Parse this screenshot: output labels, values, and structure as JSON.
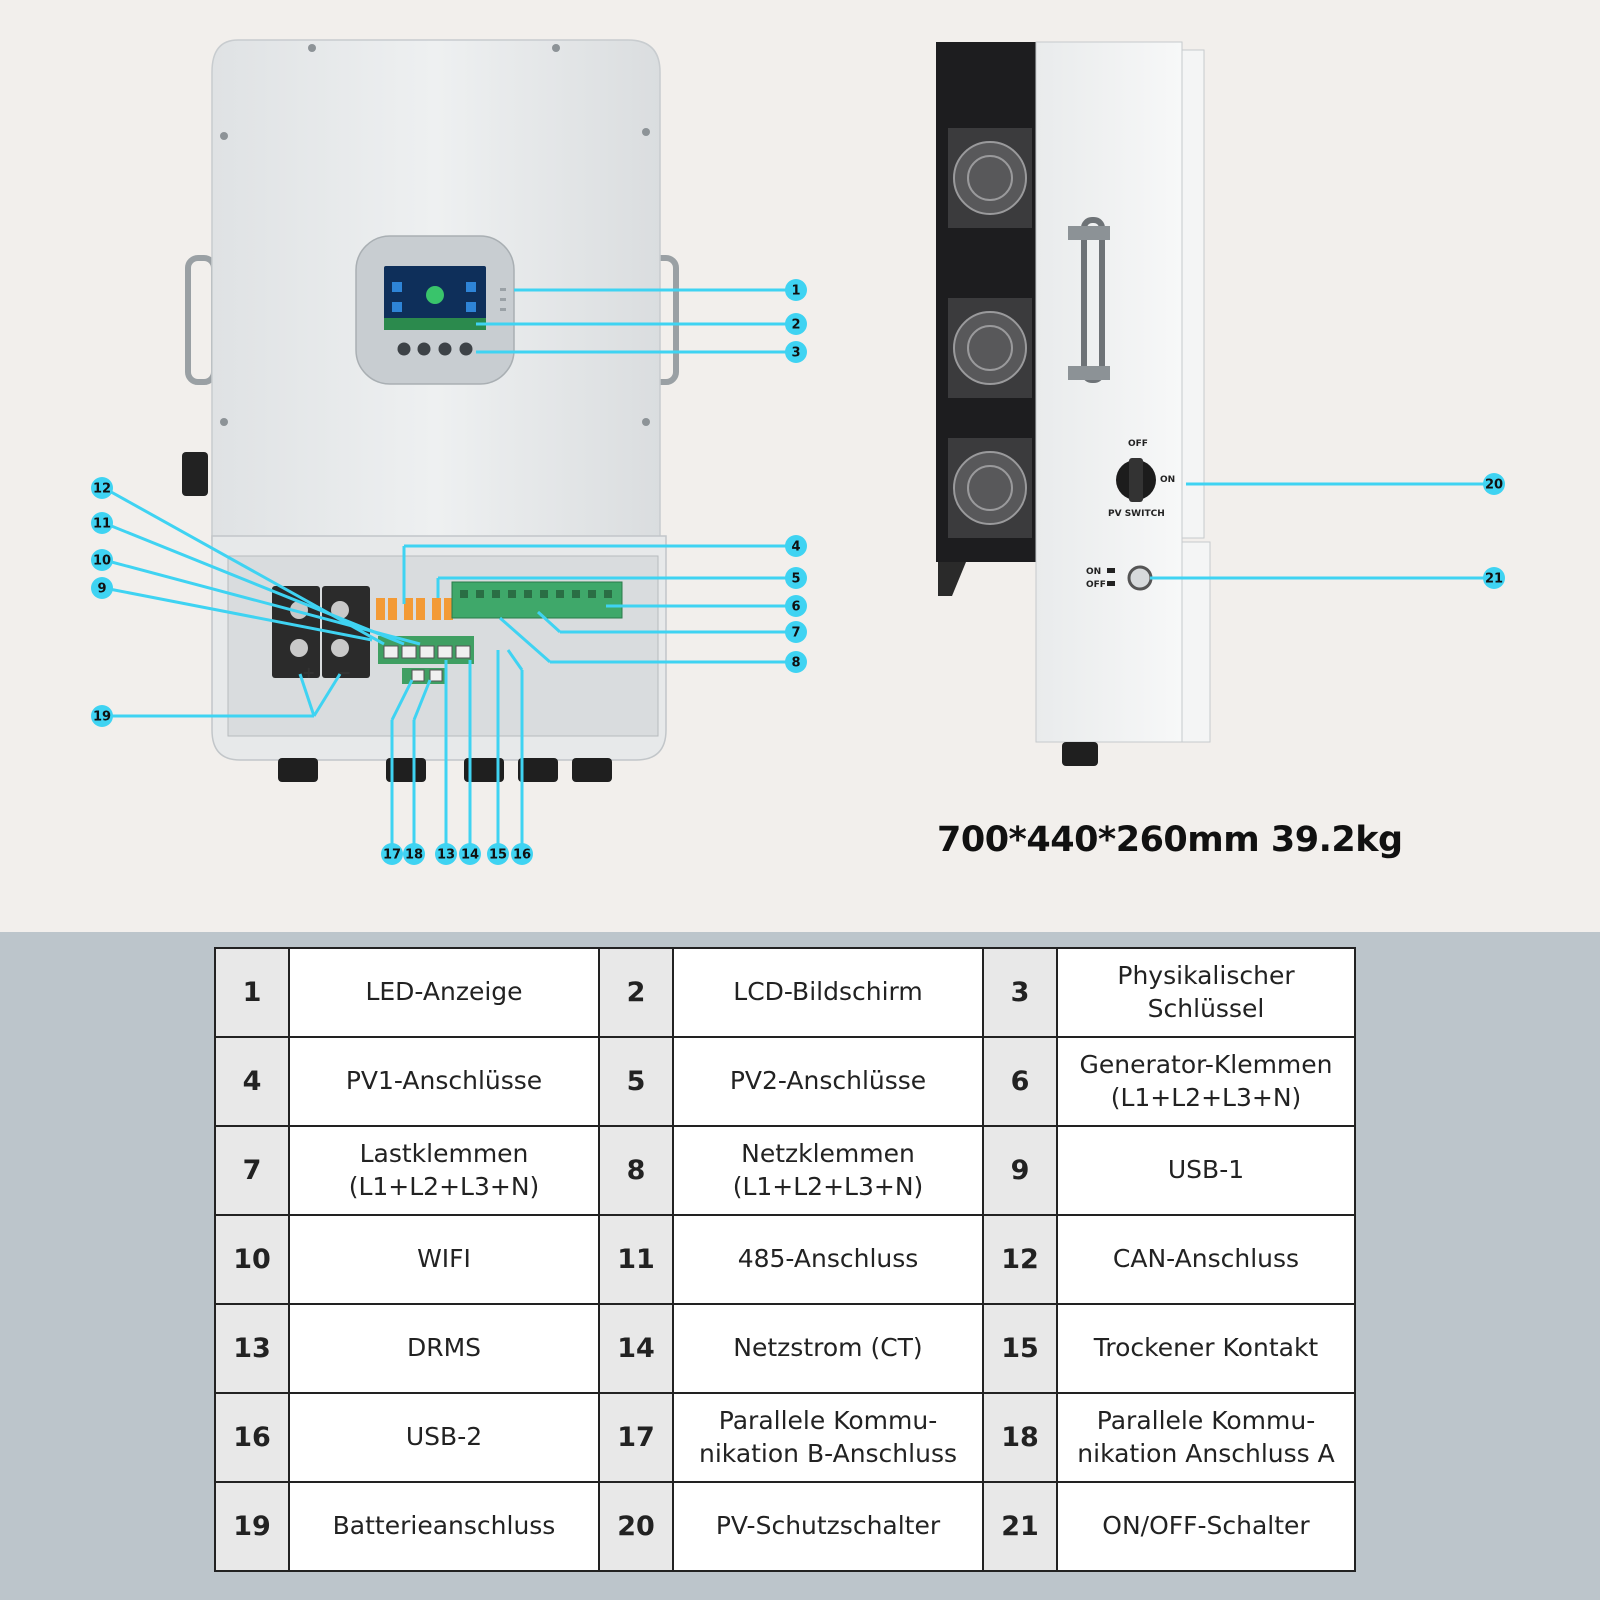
{
  "dimensions_label": "700*440*260mm 39.2kg",
  "switch_labels": {
    "off": "OFF",
    "on": "ON",
    "pv_switch": "PV SWITCH",
    "on2": "ON",
    "off2": "OFF"
  },
  "battery_polarity": {
    "plus": "+",
    "minus": "−"
  },
  "colors": {
    "callout": "#3fd3f2",
    "background": "#f2efec",
    "table_band": "#bcc5cb",
    "number_cell": "#e8e8e8"
  },
  "legend": [
    [
      {
        "num": "1",
        "label": "LED-Anzeige"
      },
      {
        "num": "2",
        "label": "LCD-Bildschirm"
      },
      {
        "num": "3",
        "label": "Physikalischer\nSchlüssel"
      }
    ],
    [
      {
        "num": "4",
        "label": "PV1-Anschlüsse"
      },
      {
        "num": "5",
        "label": "PV2-Anschlüsse"
      },
      {
        "num": "6",
        "label": "Generator-Klemmen\n(L1+L2+L3+N)"
      }
    ],
    [
      {
        "num": "7",
        "label": "Lastklemmen\n(L1+L2+L3+N)"
      },
      {
        "num": "8",
        "label": "Netzklemmen\n(L1+L2+L3+N)"
      },
      {
        "num": "9",
        "label": "USB-1"
      }
    ],
    [
      {
        "num": "10",
        "label": "WIFI"
      },
      {
        "num": "11",
        "label": "485-Anschluss"
      },
      {
        "num": "12",
        "label": "CAN-Anschluss"
      }
    ],
    [
      {
        "num": "13",
        "label": "DRMS"
      },
      {
        "num": "14",
        "label": "Netzstrom (CT)"
      },
      {
        "num": "15",
        "label": "Trockener Kontakt"
      }
    ],
    [
      {
        "num": "16",
        "label": "USB-2"
      },
      {
        "num": "17",
        "label": "Parallele Kommu-\nnikation B-Anschluss"
      },
      {
        "num": "18",
        "label": "Parallele Kommu-\nnikation Anschluss A"
      }
    ],
    [
      {
        "num": "19",
        "label": "Batterieanschluss"
      },
      {
        "num": "20",
        "label": "PV-Schutzschalter"
      },
      {
        "num": "21",
        "label": "ON/OFF-Schalter"
      }
    ]
  ],
  "callout_numbers": [
    "1",
    "2",
    "3",
    "4",
    "5",
    "6",
    "7",
    "8",
    "9",
    "10",
    "11",
    "12",
    "13",
    "14",
    "15",
    "16",
    "17",
    "18",
    "19",
    "20",
    "21"
  ]
}
